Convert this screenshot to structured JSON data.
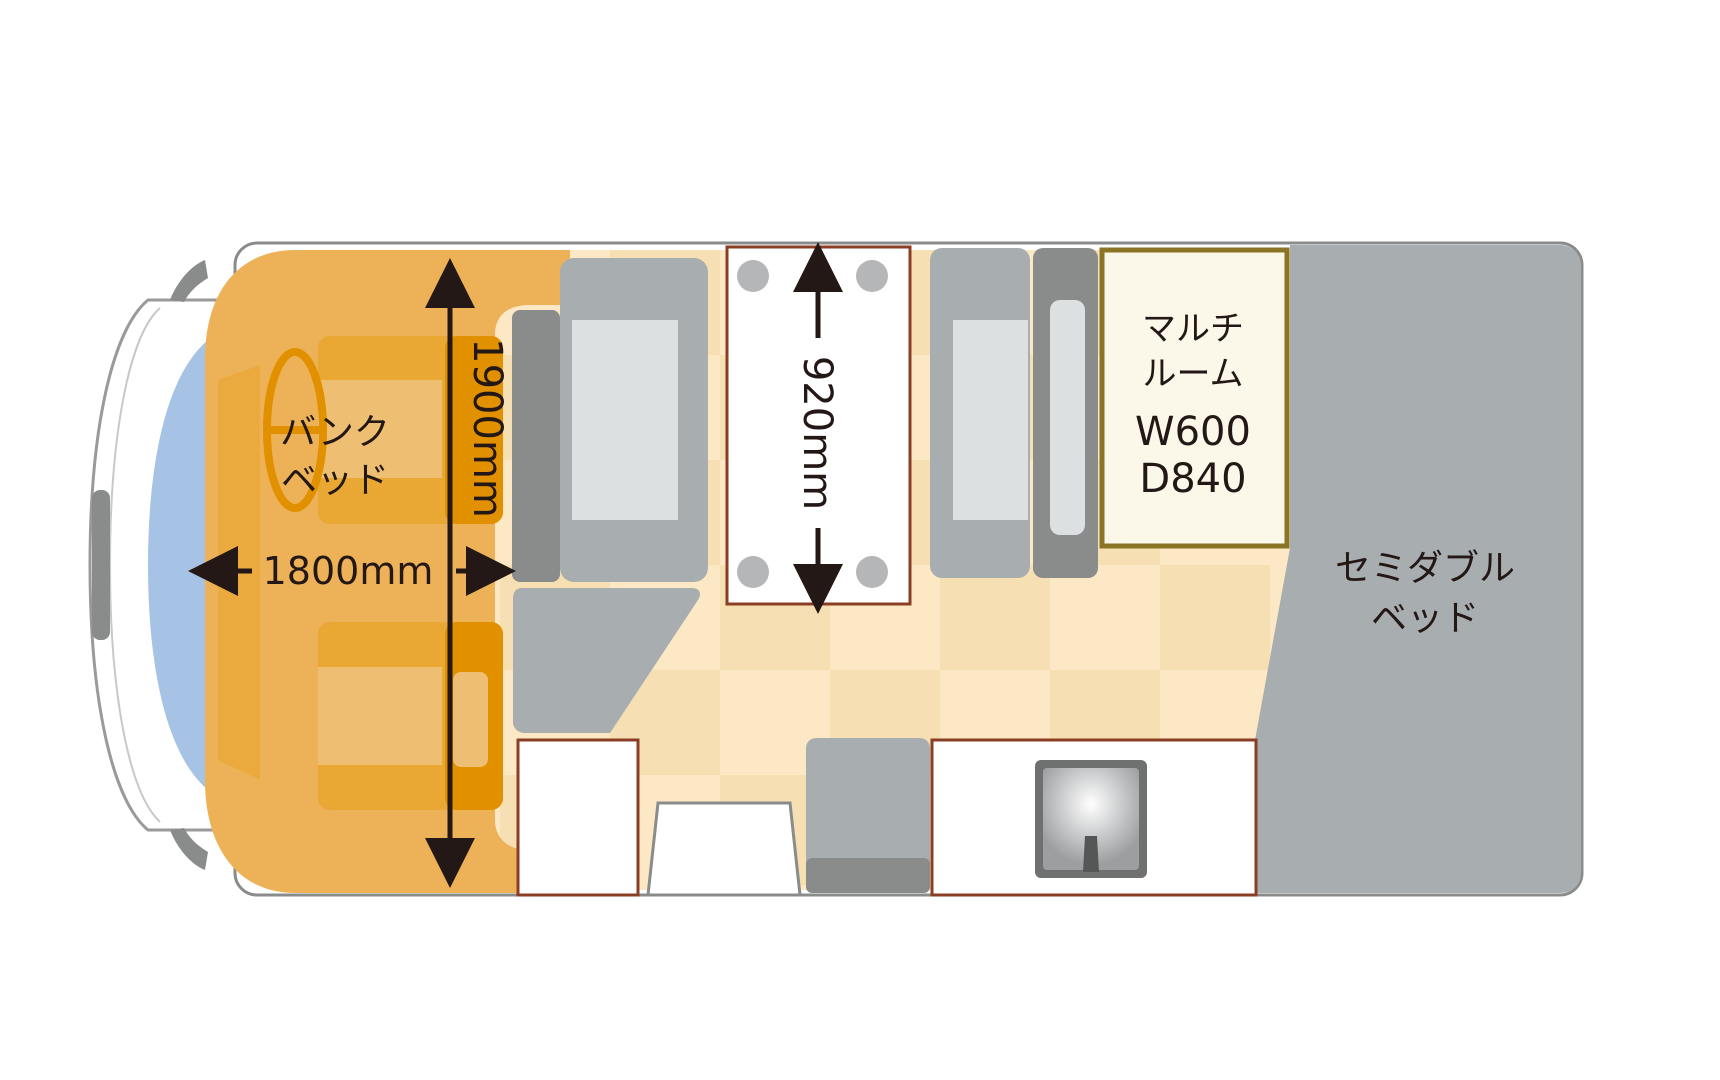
{
  "labels": {
    "bunk_bed_line1": "バンク",
    "bunk_bed_line2": "ベッド",
    "width_dimension": "1800mm",
    "length_dimension": "1900mm",
    "table_dimension": "920mm",
    "multi_room_line1": "マルチ",
    "multi_room_line2": "ルーム",
    "multi_room_width": "W600",
    "multi_room_depth": "D840",
    "rear_bed_line1": "セミダブル",
    "rear_bed_line2": "ベッド"
  },
  "colors": {
    "cab_orange": "#edb257",
    "seat_orange": "#e9a733",
    "seat_dark_orange": "#e19100",
    "seat_light": "#eebf73",
    "floor_light": "#fce8c4",
    "floor_dark": "#f6dfb2",
    "gray": "#a8aeaf",
    "gray_dark": "#8a8c8c",
    "gray_light": "#dde0e1",
    "windshield": "#a6c3e6",
    "multi_room_fill": "#fbf8ea",
    "multi_room_border": "#8a7527",
    "counter_border": "#8c3e25",
    "text": "#231815"
  }
}
